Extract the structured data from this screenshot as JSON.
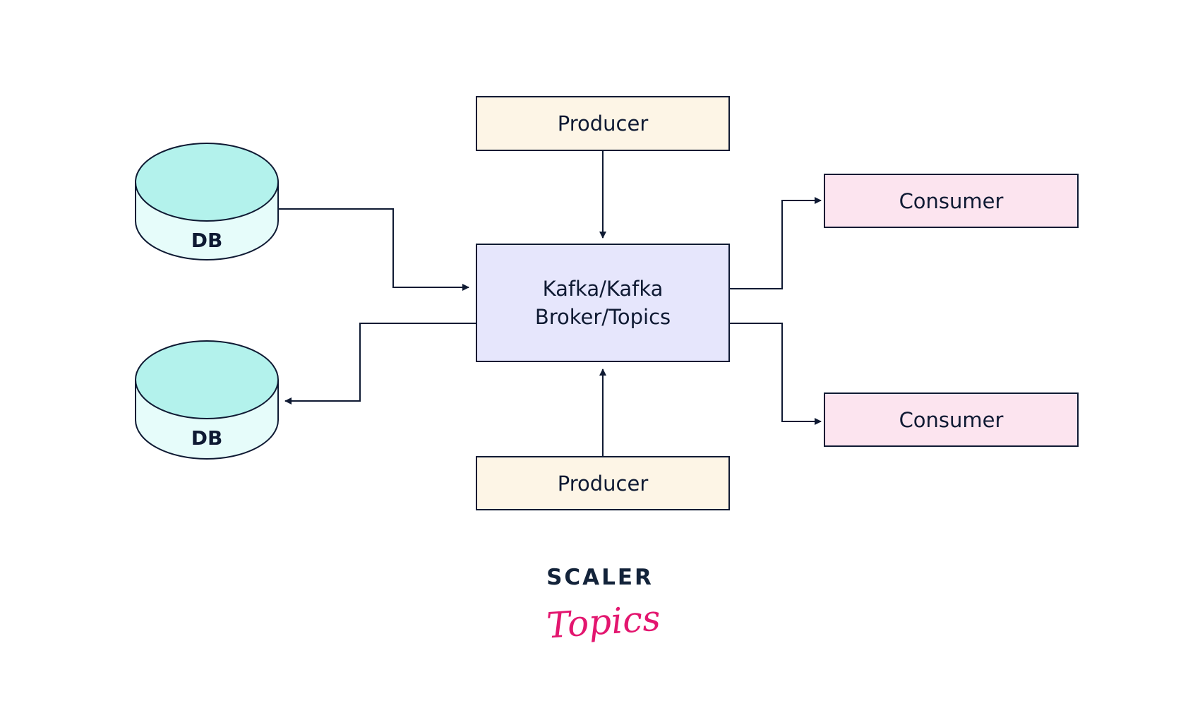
{
  "diagram": {
    "producers": [
      {
        "label": "Producer"
      },
      {
        "label": "Producer"
      }
    ],
    "broker": {
      "label_line1": "Kafka/Kafka",
      "label_line2": "Broker/Topics"
    },
    "consumers": [
      {
        "label": "Consumer"
      },
      {
        "label": "Consumer"
      }
    ],
    "databases": [
      {
        "label": "DB"
      },
      {
        "label": "DB"
      }
    ],
    "edges": [
      {
        "from": "DB (top)",
        "to": "Kafka/Kafka Broker/Topics"
      },
      {
        "from": "Producer (top)",
        "to": "Kafka/Kafka Broker/Topics"
      },
      {
        "from": "Producer (bottom)",
        "to": "Kafka/Kafka Broker/Topics"
      },
      {
        "from": "Kafka/Kafka Broker/Topics",
        "to": "DB (bottom)"
      },
      {
        "from": "Kafka/Kafka Broker/Topics",
        "to": "Consumer (top)"
      },
      {
        "from": "Kafka/Kafka Broker/Topics",
        "to": "Consumer (bottom)"
      }
    ],
    "colors": {
      "stroke": "#0f1a33",
      "producer": "#fdf5e6",
      "broker": "#e6e6fc",
      "consumer": "#fce4ef",
      "db_top": "#b3f2ec",
      "db_body": "#e6fcfa"
    }
  },
  "logo": {
    "line1": "SCALER",
    "line2": "Topics",
    "color_dark": "#13233a",
    "color_pink": "#e3166f"
  }
}
